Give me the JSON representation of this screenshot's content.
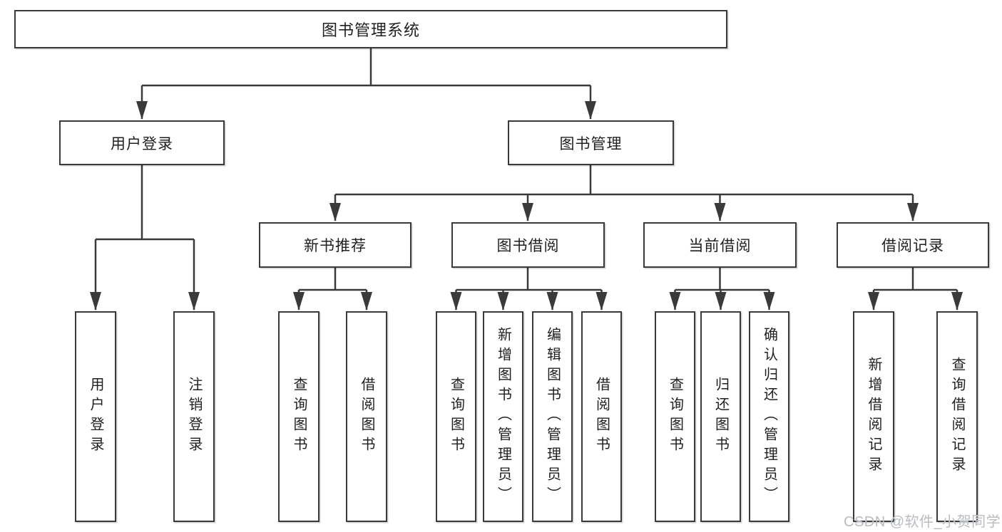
{
  "palette": {
    "line_color": "#3a3a3a",
    "text_color": "#1f1f1f",
    "box_fill": "#ffffff",
    "background": "#ffffff",
    "watermark_color": "#b9bdc2"
  },
  "tree": {
    "label": "图书管理系统",
    "children": [
      {
        "label": "用户登录",
        "children": [
          {
            "label": "用户登录"
          },
          {
            "label": "注销登录"
          }
        ]
      },
      {
        "label": "图书管理",
        "children": [
          {
            "label": "新书推荐",
            "children": [
              {
                "label": "查询图书"
              },
              {
                "label": "借阅图书"
              }
            ]
          },
          {
            "label": "图书借阅",
            "children": [
              {
                "label": "查询图书"
              },
              {
                "label": "新增图书（管理员）"
              },
              {
                "label": "编辑图书（管理员）"
              },
              {
                "label": "借阅图书"
              }
            ]
          },
          {
            "label": "当前借阅",
            "children": [
              {
                "label": "查询图书"
              },
              {
                "label": "归还图书"
              },
              {
                "label": "确认归还（管理员）"
              }
            ]
          },
          {
            "label": "借阅记录",
            "children": [
              {
                "label": "新增借阅记录"
              },
              {
                "label": "查询借阅记录"
              }
            ]
          }
        ]
      }
    ]
  },
  "watermark": {
    "text": "CSDN @软件_小贺同学"
  }
}
